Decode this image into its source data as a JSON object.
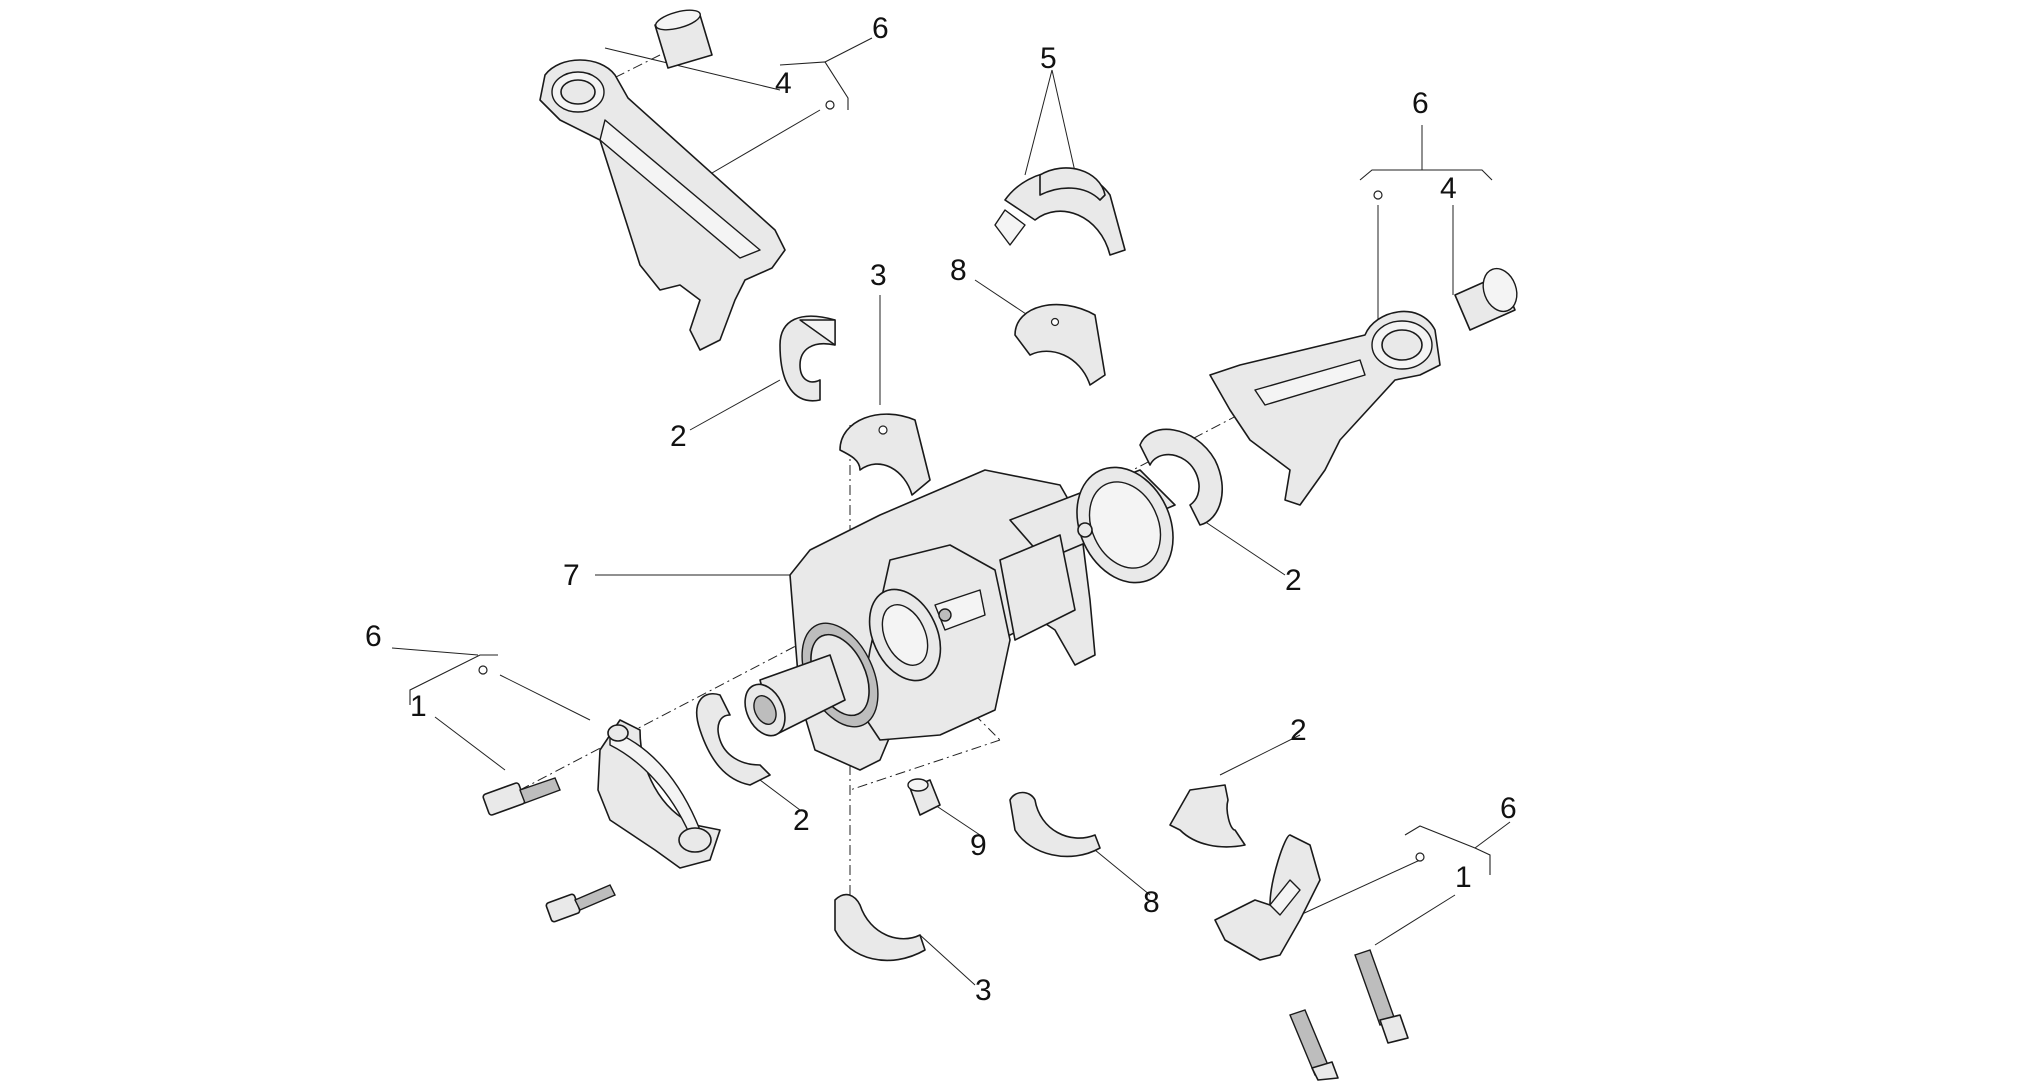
{
  "callouts": {
    "c1a": "1",
    "c1b": "1",
    "c2a": "2",
    "c2b": "2",
    "c2c": "2",
    "c2d": "2",
    "c3a": "3",
    "c3b": "3",
    "c4a": "4",
    "c4b": "4",
    "c5": "5",
    "c6a": "6",
    "c6b": "6",
    "c6c": "6",
    "c6d": "6",
    "c7": "7",
    "c8a": "8",
    "c8b": "8",
    "c9": "9"
  },
  "colors": {
    "line": "#222222",
    "fill": "#e9e9e9",
    "background": "#ffffff"
  }
}
